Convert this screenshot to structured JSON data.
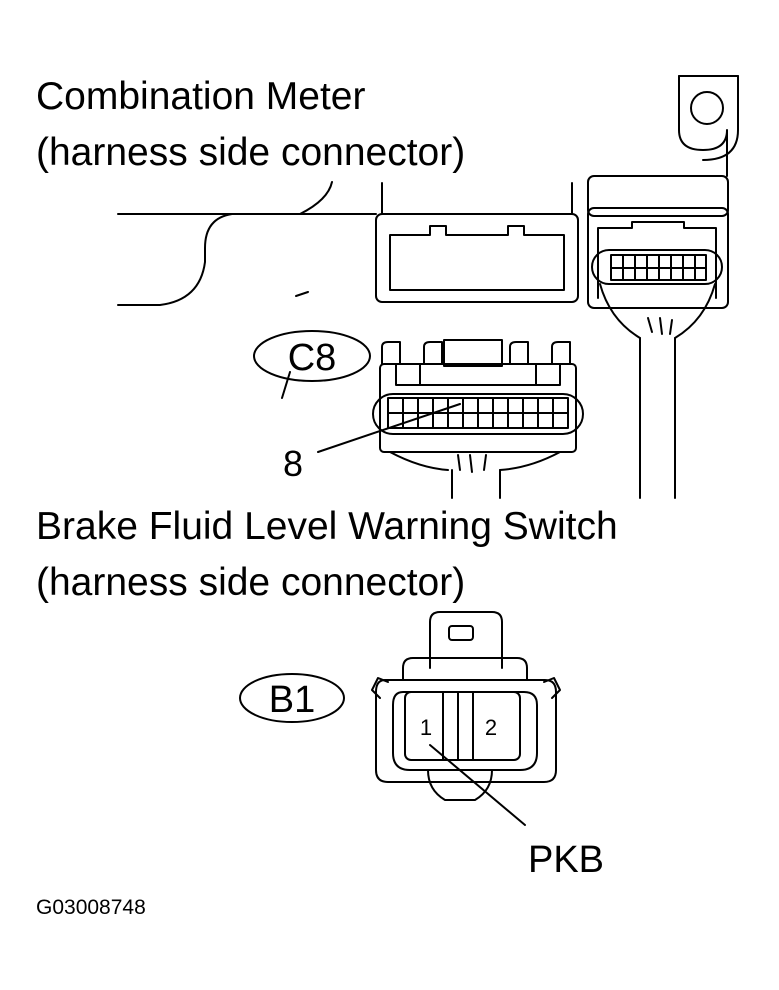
{
  "combination_meter": {
    "title_line1": "Combination Meter",
    "title_line2": "(harness side connector)",
    "connector_code": "C8",
    "pin_callout": "8"
  },
  "brake_switch": {
    "title_line1": "Brake Fluid Level Warning Switch",
    "title_line2": "(harness side connector)",
    "connector_code": "B1",
    "pin1": "1",
    "pin2": "2",
    "wire_color": "PKB"
  },
  "figure_code": "G03008748"
}
